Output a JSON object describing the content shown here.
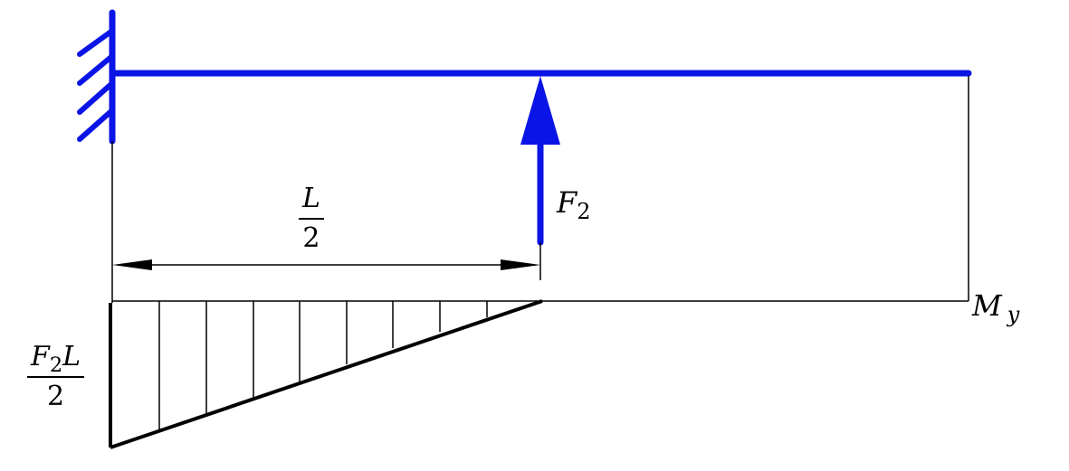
{
  "colors": {
    "member": "#0a14e6",
    "line": "#000000"
  },
  "labels": {
    "force": {
      "symbol": "F",
      "subscript": "2"
    },
    "distance": {
      "numerator": "L",
      "denominator": "2"
    },
    "moment_axis": {
      "symbol": "M",
      "subscript": "y"
    },
    "moment_value": {
      "numerator_symbol": "F",
      "numerator_subscript": "2",
      "numerator_tail": "L",
      "denominator": "2"
    }
  }
}
